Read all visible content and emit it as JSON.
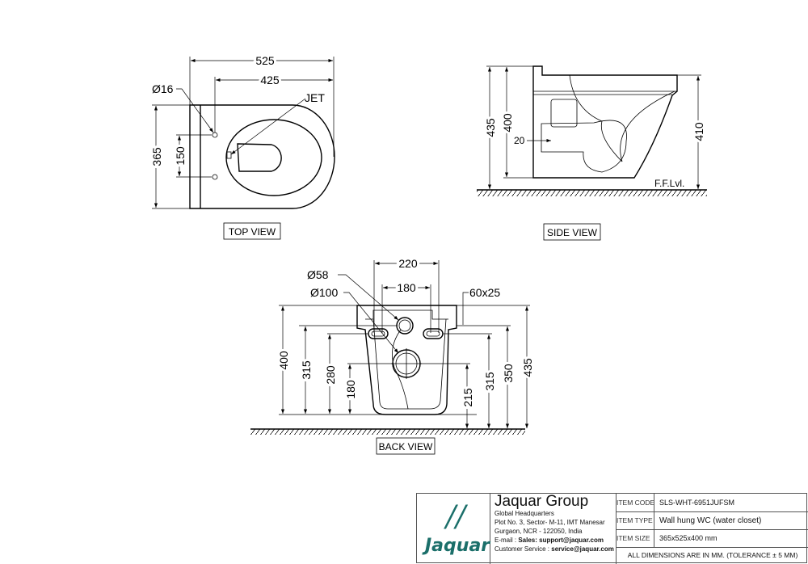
{
  "top_view": {
    "title": "TOP VIEW",
    "dims": {
      "overall_length": "525",
      "hole_to_front": "425",
      "width": "365",
      "hole_spacing": "150",
      "hole_dia": "Ø16",
      "jet": "JET"
    }
  },
  "side_view": {
    "title": "SIDE VIEW",
    "dims": {
      "total_height": "435",
      "body_height": "400",
      "rim_height": "410",
      "inlet": "20",
      "floor": "F.F.Lvl."
    }
  },
  "back_view": {
    "title": "BACK VIEW",
    "dims": {
      "w220": "220",
      "w180": "180",
      "d58": "Ø58",
      "d100": "Ø100",
      "slot": "60x25",
      "h400": "400",
      "h315a": "315",
      "h280": "280",
      "h180": "180",
      "h215": "215",
      "h315b": "315",
      "h350": "350",
      "h435": "435"
    }
  },
  "title_block": {
    "logo_text": "Jaquar",
    "company": "Jaquar Group",
    "address": [
      "Global Headquarters",
      "Plot No. 3, Sector- M-11, IMT Manesar",
      "Gurgaon, NCR - 122050, India"
    ],
    "email_label": "E-mail : ",
    "email_value": "Sales: support@jaquar.com",
    "service_label": "Customer Service : ",
    "service_value": "service@jaquar.com",
    "item_code_label": "ITEM  CODE",
    "item_code": "SLS-WHT-6951JUFSM",
    "item_type_label": "ITEM  TYPE",
    "item_type": "Wall hung WC (water closet)",
    "item_size_label": "ITEM  SIZE",
    "item_size": "365x525x400 mm",
    "note": "ALL DIMENSIONS ARE IN MM. (TOLERANCE ± 5 MM)",
    "brand_color": "#1b6f6a"
  }
}
